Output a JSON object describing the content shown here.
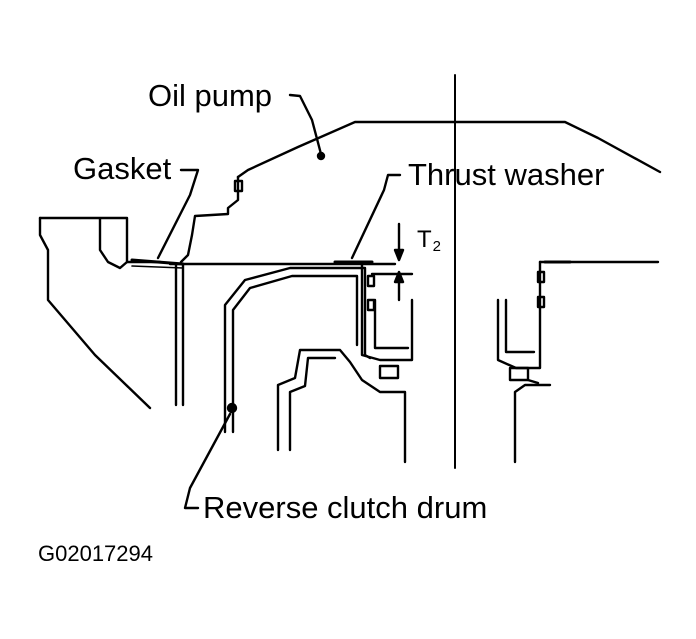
{
  "diagram": {
    "labels": {
      "oil_pump": "Oil pump",
      "gasket": "Gasket",
      "thrust_washer": "Thrust washer",
      "clearance_main": "T",
      "clearance_sub": "2",
      "reverse_clutch_drum": "Reverse clutch drum"
    },
    "figure_code": "G02017294"
  },
  "colors": {
    "ink": "#000000",
    "background": "#ffffff"
  }
}
